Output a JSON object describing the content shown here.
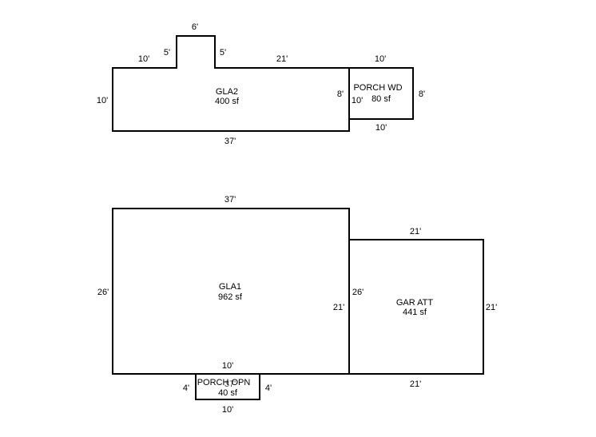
{
  "colors": {
    "background": "#ffffff",
    "line": "#000000"
  },
  "upper_floor": {
    "gla2": {
      "name": "GLA2",
      "area": "400 sf"
    },
    "porch_wd": {
      "name": "PORCH WD",
      "area": "80 sf"
    },
    "dims": {
      "left_top": "10'",
      "bump_left": "5'",
      "bump_top": "6'",
      "bump_right": "5'",
      "right_top": "21'",
      "left_side": "10'",
      "bottom": "37'",
      "gla2_right": "8'",
      "porch_left": "10'",
      "porch_top": "10'",
      "porch_right": "8'",
      "porch_bottom": "10'"
    }
  },
  "lower_floor": {
    "gla1": {
      "name": "GLA1",
      "area": "962 sf"
    },
    "gar_att": {
      "name": "GAR ATT",
      "area": "441 sf"
    },
    "porch_opn": {
      "name": "PORCH OPN",
      "area": "40 sf",
      "overlap_label": "37'"
    },
    "dims": {
      "gla1_top": "37'",
      "gla1_left": "26'",
      "gla1_right": "21'",
      "gar_left": "26'",
      "gar_top": "21'",
      "gar_right": "21'",
      "gar_bottom": "21'",
      "porch_top": "10'",
      "porch_left": "4'",
      "porch_right": "4'",
      "porch_bottom": "10'"
    }
  }
}
